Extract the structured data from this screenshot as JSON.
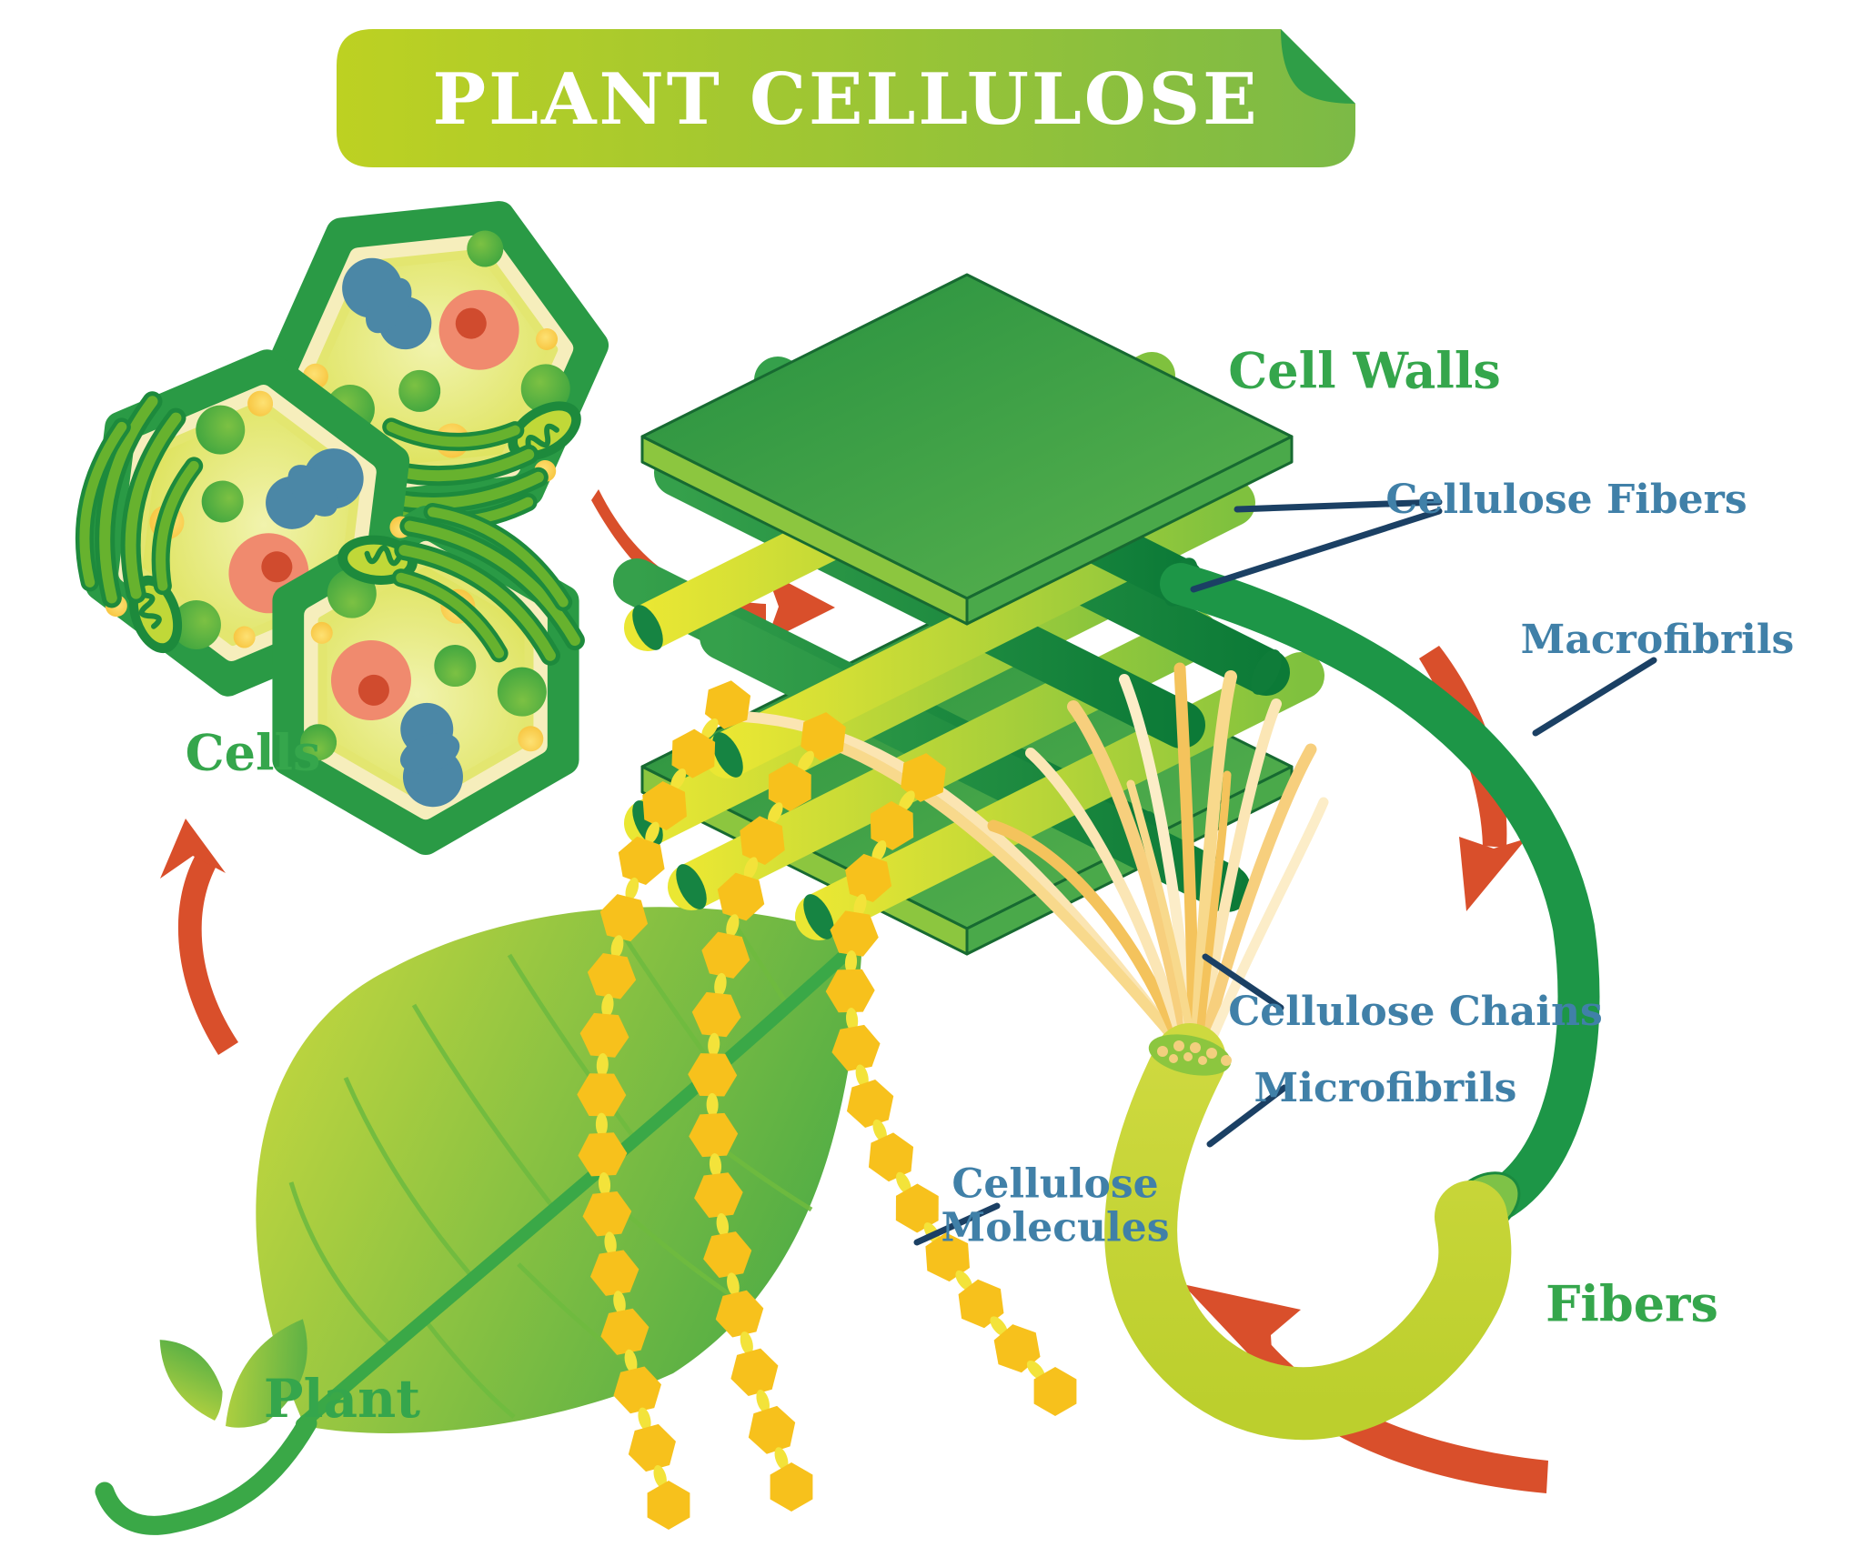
{
  "title": "PLANT CELLULOSE",
  "labels": {
    "cells": "Cells",
    "cell_walls": "Cell Walls",
    "cellulose_fibers": "Cellulose Fibers",
    "macrofibrils": "Macrofibrils",
    "cellulose_chains": "Cellulose Chains",
    "microfibrils": "Microfibrils",
    "cellulose_molecules": [
      "Cellulose",
      "Molecules"
    ],
    "fibers": "Fibers",
    "plant": "Plant"
  },
  "colors": {
    "banner_gradient_left": "#bdd122",
    "banner_gradient_right": "#7cba46",
    "banner_fold": "#2f9e47",
    "title_text": "#ffffff",
    "green_label": "#35a64c",
    "blue_label": "#4080a8",
    "pointer_line": "#1b4064",
    "arrow_red": "#d94f2b",
    "cell_border_green": "#2a9a45",
    "cell_inner_cream": "#f6eebc",
    "cell_cytoplasm": "#d8de44",
    "organelle_blue": "#4b87a6",
    "nucleus_salmon": "#f08a6e",
    "nucleus_core_red": "#d04b2e",
    "plate_green": "#2f9e47",
    "rod_yellow_green": "#e9e42e",
    "rod_dark_green": "#1d9647",
    "fiber_green": "#1d9647",
    "fiber_cut_cap": "#7ec247",
    "microfibril_tube": "#c9d63a",
    "strand_cream": "#f8d98c",
    "hexagon_yellow": "#f7c11c",
    "chain_link_yellow": "#f3e33a",
    "leaf_green": "#58b146"
  },
  "flow_arrows": [
    {
      "from": "Plant",
      "to": "Cells"
    },
    {
      "from": "Cells",
      "to": "Cell Walls"
    },
    {
      "from": "Cell Walls",
      "to": "Fibers"
    },
    {
      "from": "Fibers",
      "to": "Cellulose Molecules"
    }
  ]
}
